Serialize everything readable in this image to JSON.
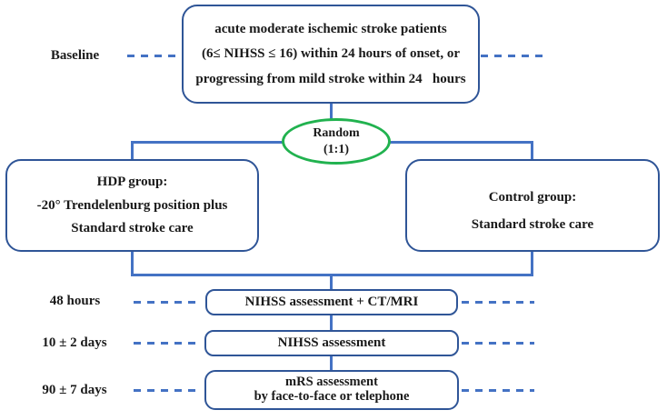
{
  "diagram": {
    "eligibility_box": {
      "line1": "acute moderate ischemic stroke patients",
      "line2": "(6≤ NIHSS ≤ 16) within 24 hours of onset, or",
      "line3": "progressing from mild stroke within 24   hours"
    },
    "random_node": {
      "line1": "Random",
      "line2": "(1:1)"
    },
    "hdp_box": {
      "line1": "HDP group:",
      "line2": "-20° Trendelenburg position plus",
      "line3": "Standard stroke care"
    },
    "control_box": {
      "line1": "Control group:",
      "line2": "Standard stroke care"
    },
    "timeline": {
      "baseline_label": "Baseline",
      "h48_label": "48 hours",
      "d10_label": "10 ± 2 days",
      "d90_label": "90 ± 7 days"
    },
    "assessments": {
      "h48": "NIHSS assessment + CT/MRI",
      "d10": "NIHSS assessment",
      "d90_line1": "mRS assessment",
      "d90_line2": "by face-to-face or telephone"
    },
    "colors": {
      "box_border": "#2F5597",
      "connector_blue": "#4472C4",
      "random_green": "#21B24F",
      "text": "#1A1A1A",
      "background": "#FFFFFF"
    }
  }
}
